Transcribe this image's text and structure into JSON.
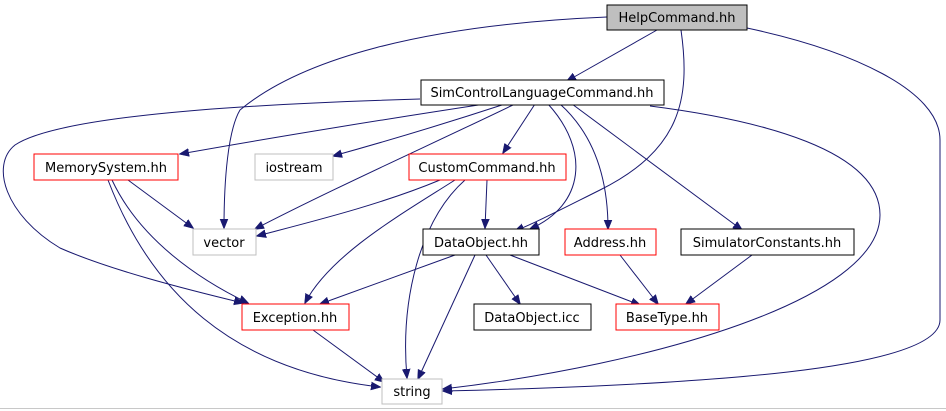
{
  "colors": {
    "edge": "#191970",
    "focus_fill": "#bfbfbf",
    "focus_border": "#000000",
    "internal_border": "#000000",
    "incomplete_border": "#ff0000",
    "external_border": "#bfbfbf",
    "text": "#000000"
  },
  "nodes": [
    {
      "id": "helpcommand",
      "label": "HelpCommand.hh",
      "kind": "focus"
    },
    {
      "id": "simcontrol",
      "label": "SimControlLanguageCommand.hh",
      "kind": "internal"
    },
    {
      "id": "memorysystem",
      "label": "MemorySystem.hh",
      "kind": "incomplete"
    },
    {
      "id": "iostream",
      "label": "iostream",
      "kind": "external"
    },
    {
      "id": "customcommand",
      "label": "CustomCommand.hh",
      "kind": "incomplete"
    },
    {
      "id": "vector",
      "label": "vector",
      "kind": "external"
    },
    {
      "id": "dataobject",
      "label": "DataObject.hh",
      "kind": "internal"
    },
    {
      "id": "address",
      "label": "Address.hh",
      "kind": "incomplete"
    },
    {
      "id": "simconstants",
      "label": "SimulatorConstants.hh",
      "kind": "internal"
    },
    {
      "id": "exception",
      "label": "Exception.hh",
      "kind": "incomplete"
    },
    {
      "id": "dataobjecticc",
      "label": "DataObject.icc",
      "kind": "internal"
    },
    {
      "id": "basetype",
      "label": "BaseType.hh",
      "kind": "incomplete"
    },
    {
      "id": "string",
      "label": "string",
      "kind": "external"
    }
  ],
  "edges": [
    {
      "from": "helpcommand",
      "to": "simcontrol"
    },
    {
      "from": "helpcommand",
      "to": "vector"
    },
    {
      "from": "helpcommand",
      "to": "dataobject"
    },
    {
      "from": "helpcommand",
      "to": "string"
    },
    {
      "from": "simcontrol",
      "to": "memorysystem"
    },
    {
      "from": "simcontrol",
      "to": "iostream"
    },
    {
      "from": "simcontrol",
      "to": "customcommand"
    },
    {
      "from": "simcontrol",
      "to": "vector"
    },
    {
      "from": "simcontrol",
      "to": "dataobject"
    },
    {
      "from": "simcontrol",
      "to": "address"
    },
    {
      "from": "simcontrol",
      "to": "simconstants"
    },
    {
      "from": "simcontrol",
      "to": "exception"
    },
    {
      "from": "simcontrol",
      "to": "string"
    },
    {
      "from": "memorysystem",
      "to": "vector"
    },
    {
      "from": "memorysystem",
      "to": "exception"
    },
    {
      "from": "memorysystem",
      "to": "string"
    },
    {
      "from": "customcommand",
      "to": "vector"
    },
    {
      "from": "customcommand",
      "to": "dataobject"
    },
    {
      "from": "customcommand",
      "to": "exception"
    },
    {
      "from": "customcommand",
      "to": "string"
    },
    {
      "from": "dataobject",
      "to": "exception"
    },
    {
      "from": "dataobject",
      "to": "dataobjecticc"
    },
    {
      "from": "dataobject",
      "to": "basetype"
    },
    {
      "from": "dataobject",
      "to": "string"
    },
    {
      "from": "address",
      "to": "basetype"
    },
    {
      "from": "simconstants",
      "to": "basetype"
    },
    {
      "from": "exception",
      "to": "string"
    }
  ]
}
